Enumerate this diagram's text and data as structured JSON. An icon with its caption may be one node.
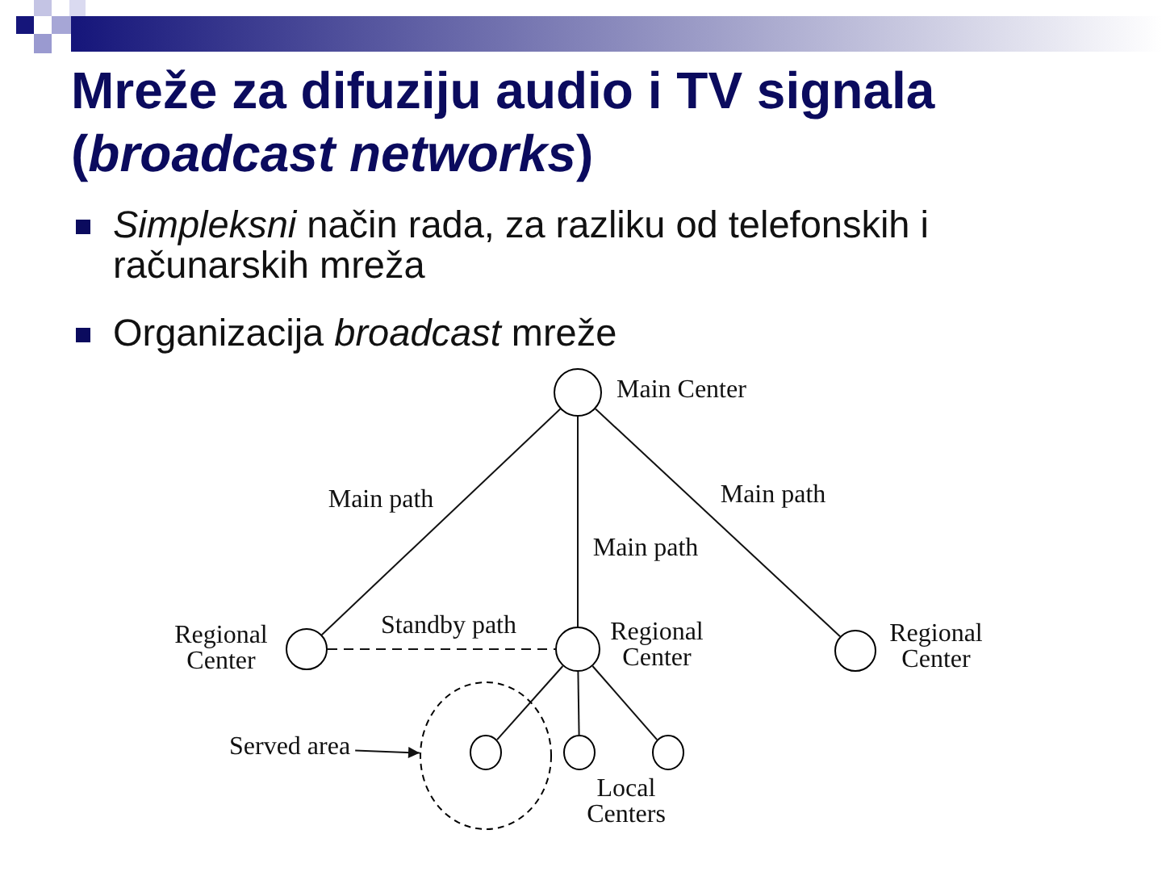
{
  "diagram": {
    "title": "Mreže za difuziju audio i TV signala (*broadcast networks*)",
    "nodes": [
      {
        "text": [],
        "shape": "circle",
        "beside": [
          "Main Center"
        ]
      },
      {
        "text": [],
        "shape": "circle",
        "beside": [
          "Regional Center"
        ]
      },
      {
        "text": [],
        "shape": "circle",
        "beside": [
          "Regional Center"
        ]
      },
      {
        "text": [],
        "shape": "circle",
        "beside": [
          "Regional Center"
        ]
      },
      {
        "text": [
          "Served area"
        ]
      },
      {
        "text": [],
        "shape": "circle"
      },
      {
        "text": [],
        "shape": "circle",
        "in": 5
      },
      {
        "text": [],
        "shape": "circle"
      },
      {
        "text": [],
        "shape": "circle"
      }
    ],
    "edges": [
      {
        "from": 0,
        "to": 1,
        "arrow": "none",
        "label": "Main path"
      },
      {
        "from": 0,
        "to": 2,
        "arrow": "none",
        "label": "Main path"
      },
      {
        "from": 0,
        "to": 3,
        "arrow": "none",
        "label": "Main path"
      },
      {
        "from": 1,
        "to": 2,
        "arrow": "none",
        "label": "Standby path",
        "style": "dashed"
      },
      {
        "from": 2,
        "to": 6,
        "arrow": "none"
      },
      {
        "from": 2,
        "to": 7,
        "arrow": "none"
      },
      {
        "from": 2,
        "to": 8,
        "arrow": "none"
      },
      {
        "from": 4,
        "to": 5,
        "arrow": "to"
      }
    ],
    "labels": [
      "*Simpleksni* način rada, za razliku od telefonskih i računarskih mreža",
      "Organizacija *broadcast* mreže",
      "Local Centers"
    ]
  }
}
